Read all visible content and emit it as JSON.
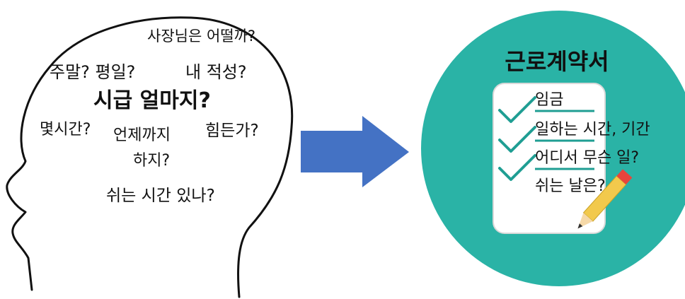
{
  "head": {
    "thoughts": [
      "사장님은 어떨까?",
      "주말? 평일?",
      "내 적성?",
      "시급 얼마지?",
      "몇시간?",
      "언제까지",
      "하지?",
      "힘든가?",
      "쉬는 시간 있나?"
    ]
  },
  "contract": {
    "title": "근로계약서",
    "items": [
      {
        "label": "임금",
        "checked": true
      },
      {
        "label": "일하는 시간, 기간",
        "checked": true
      },
      {
        "label": "어디서 무슨 일?",
        "checked": true
      },
      {
        "label": "쉬는 날은?",
        "checked": false
      }
    ]
  },
  "colors": {
    "arrow": "#4472c4",
    "circle": "#2ab3a6",
    "check": "#1f9e93",
    "pencil_body": "#f2c94c",
    "pencil_eraser": "#e8453c"
  }
}
